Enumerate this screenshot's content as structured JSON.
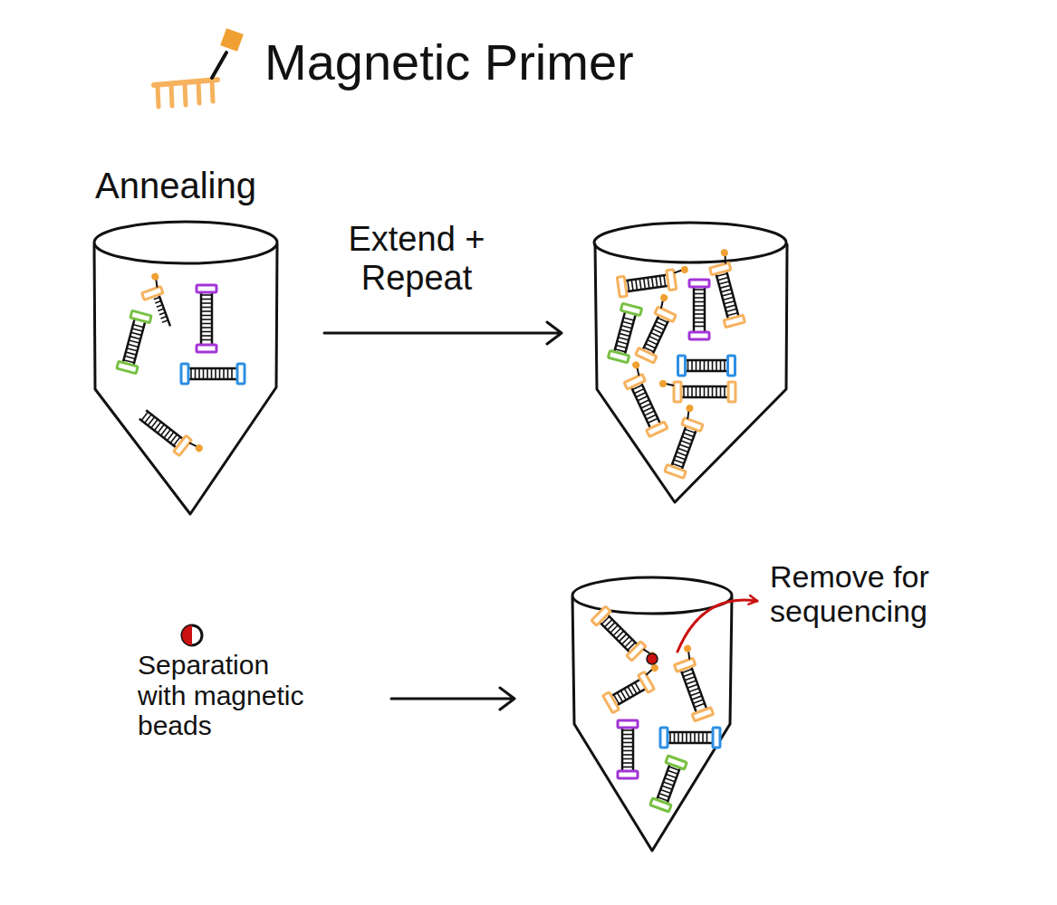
{
  "diagram": {
    "title": "Magnetic Primer",
    "nodes": [
      {
        "text": [
          "Annealing"
        ]
      }
    ],
    "labels": [
      "Extend + Repeat",
      "Separation with magnetic beads",
      "Remove for sequencing"
    ]
  }
}
